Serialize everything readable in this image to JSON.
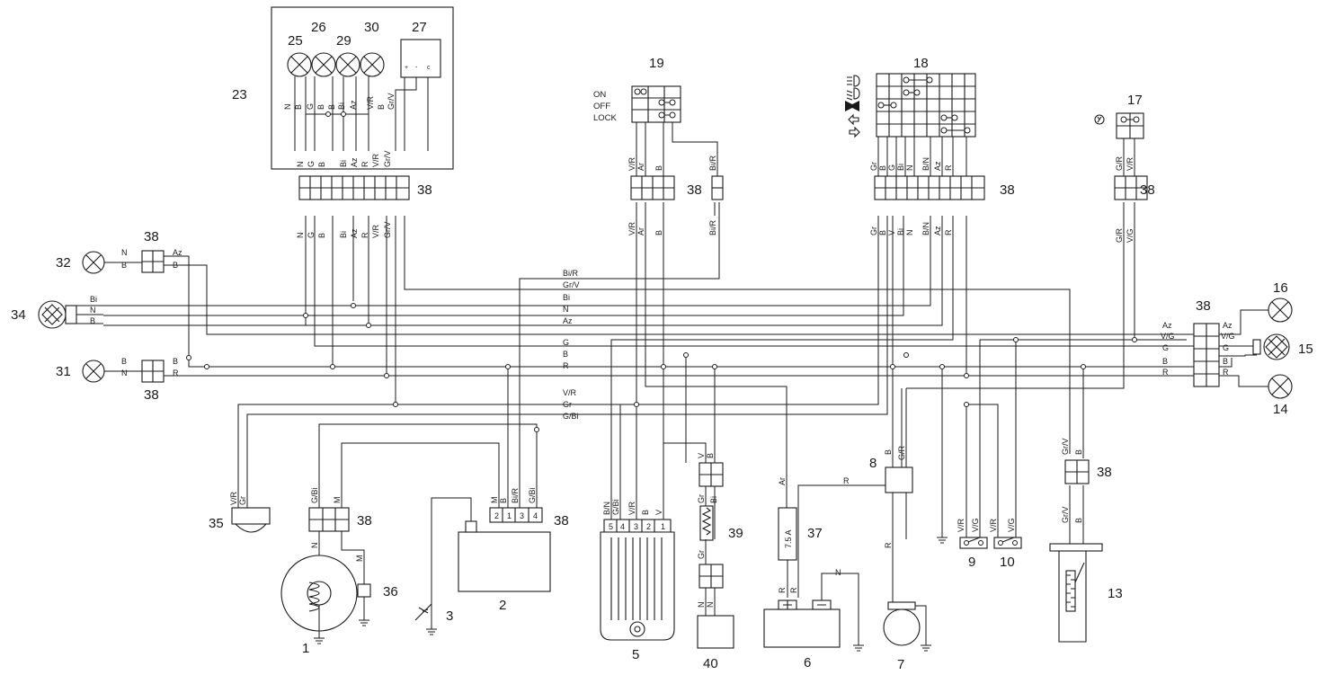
{
  "components": {
    "n1": "1",
    "n2": "2",
    "n3": "3",
    "n5": "5",
    "n6": "6",
    "n7": "7",
    "n8": "8",
    "n9": "9",
    "n10": "10",
    "n13": "13",
    "n14": "14",
    "n15": "15",
    "n16": "16",
    "n17": "17",
    "n18": "18",
    "n19": "19",
    "n23": "23",
    "n25": "25",
    "n26": "26",
    "n27": "27",
    "n29": "29",
    "n30": "30",
    "n31": "31",
    "n32": "32",
    "n34": "34",
    "n35": "35",
    "n36": "36",
    "n37": "37",
    "n39": "39",
    "n40": "40",
    "connector": "38"
  },
  "ignition_positions": [
    "ON",
    "OFF",
    "LOCK"
  ],
  "fuse_rating": "7.5 A",
  "gauge_terminals": [
    "+",
    "-",
    "c"
  ],
  "battery_neg_wire": "N",
  "wire_colors": {
    "N": "N",
    "B": "B",
    "G": "G",
    "Bi": "Bi",
    "Az": "Az",
    "R": "R",
    "V": "V",
    "M": "M",
    "Ar": "Ar",
    "Gr": "Gr",
    "VR": "V/R",
    "GrV": "Gr/V",
    "BiR": "Bi/R",
    "GBi": "G/Bi",
    "BN": "B/N",
    "GR": "G/R",
    "VG": "V/G"
  },
  "pin_numbers": [
    "1",
    "2",
    "3",
    "4",
    "5"
  ]
}
